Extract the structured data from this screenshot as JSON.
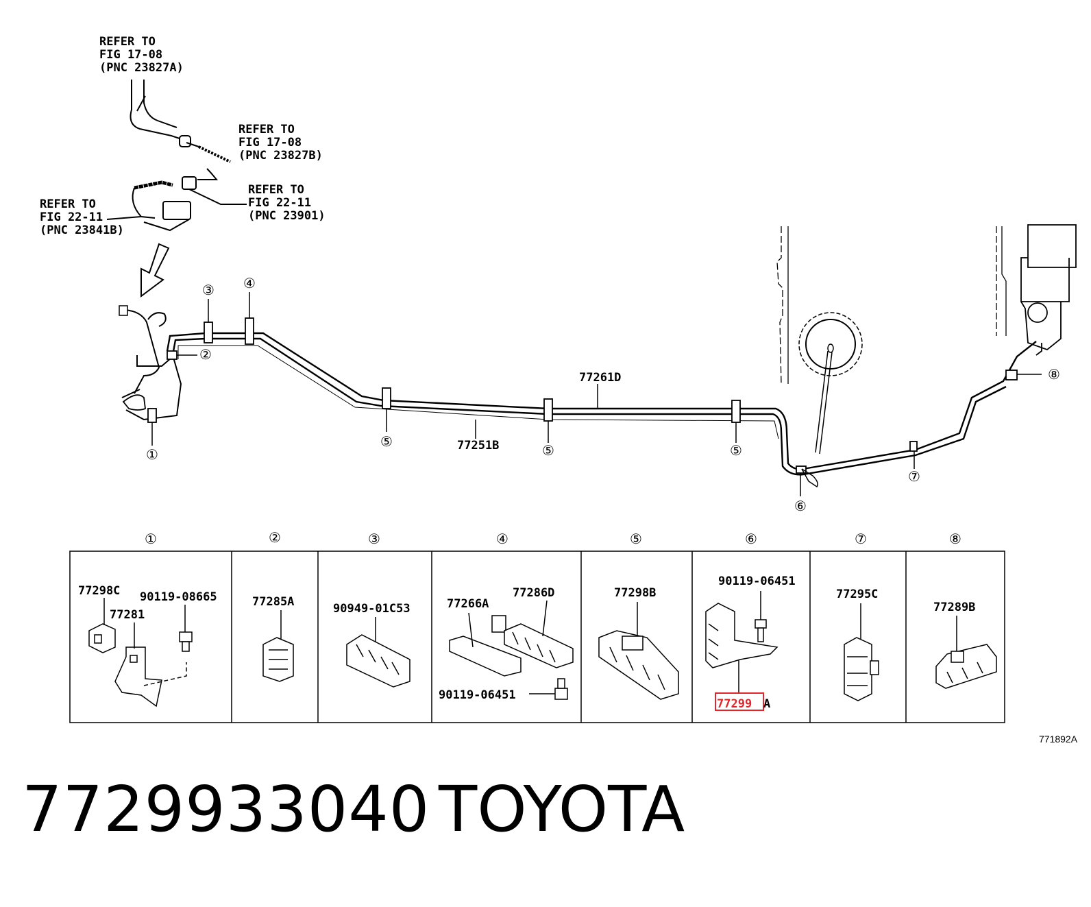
{
  "refs": {
    "top": [
      "REFER TO",
      "FIG 17-08",
      "(PNC 23827A)"
    ],
    "mid": [
      "REFER TO",
      "FIG 17-08",
      "(PNC 23827B)"
    ],
    "right": [
      "REFER TO",
      "FIG 22-11",
      "(PNC 23901)"
    ],
    "left": [
      "REFER TO",
      "FIG 22-11",
      "(PNC 23841B)"
    ]
  },
  "main_labels": {
    "line_d": "77261D",
    "line_b": "77251B"
  },
  "clamp_numbers": [
    "①",
    "②",
    "③",
    "④",
    "⑤",
    "⑤",
    "⑤",
    "⑥",
    "⑦",
    "⑧"
  ],
  "table_headers": [
    "①",
    "②",
    "③",
    "④",
    "⑤",
    "⑥",
    "⑦",
    "⑧"
  ],
  "cells": {
    "c1": {
      "a": "77298C",
      "b": "90119-08665",
      "c": "77281"
    },
    "c2": {
      "a": "77285A"
    },
    "c3": {
      "a": "90949-01C53"
    },
    "c4": {
      "a": "77266A",
      "b": "77286D",
      "c": "90119-06451"
    },
    "c5": {
      "a": "77298B"
    },
    "c6": {
      "a": "90119-06451",
      "b_hl": "77299",
      "b_tail": "A"
    },
    "c7": {
      "a": "77295C"
    },
    "c8": {
      "a": "77289B"
    }
  },
  "figure_id": "771892A",
  "part_number": "7729933040",
  "brand": "TOYOTA",
  "highlight_color": "#e0262b"
}
